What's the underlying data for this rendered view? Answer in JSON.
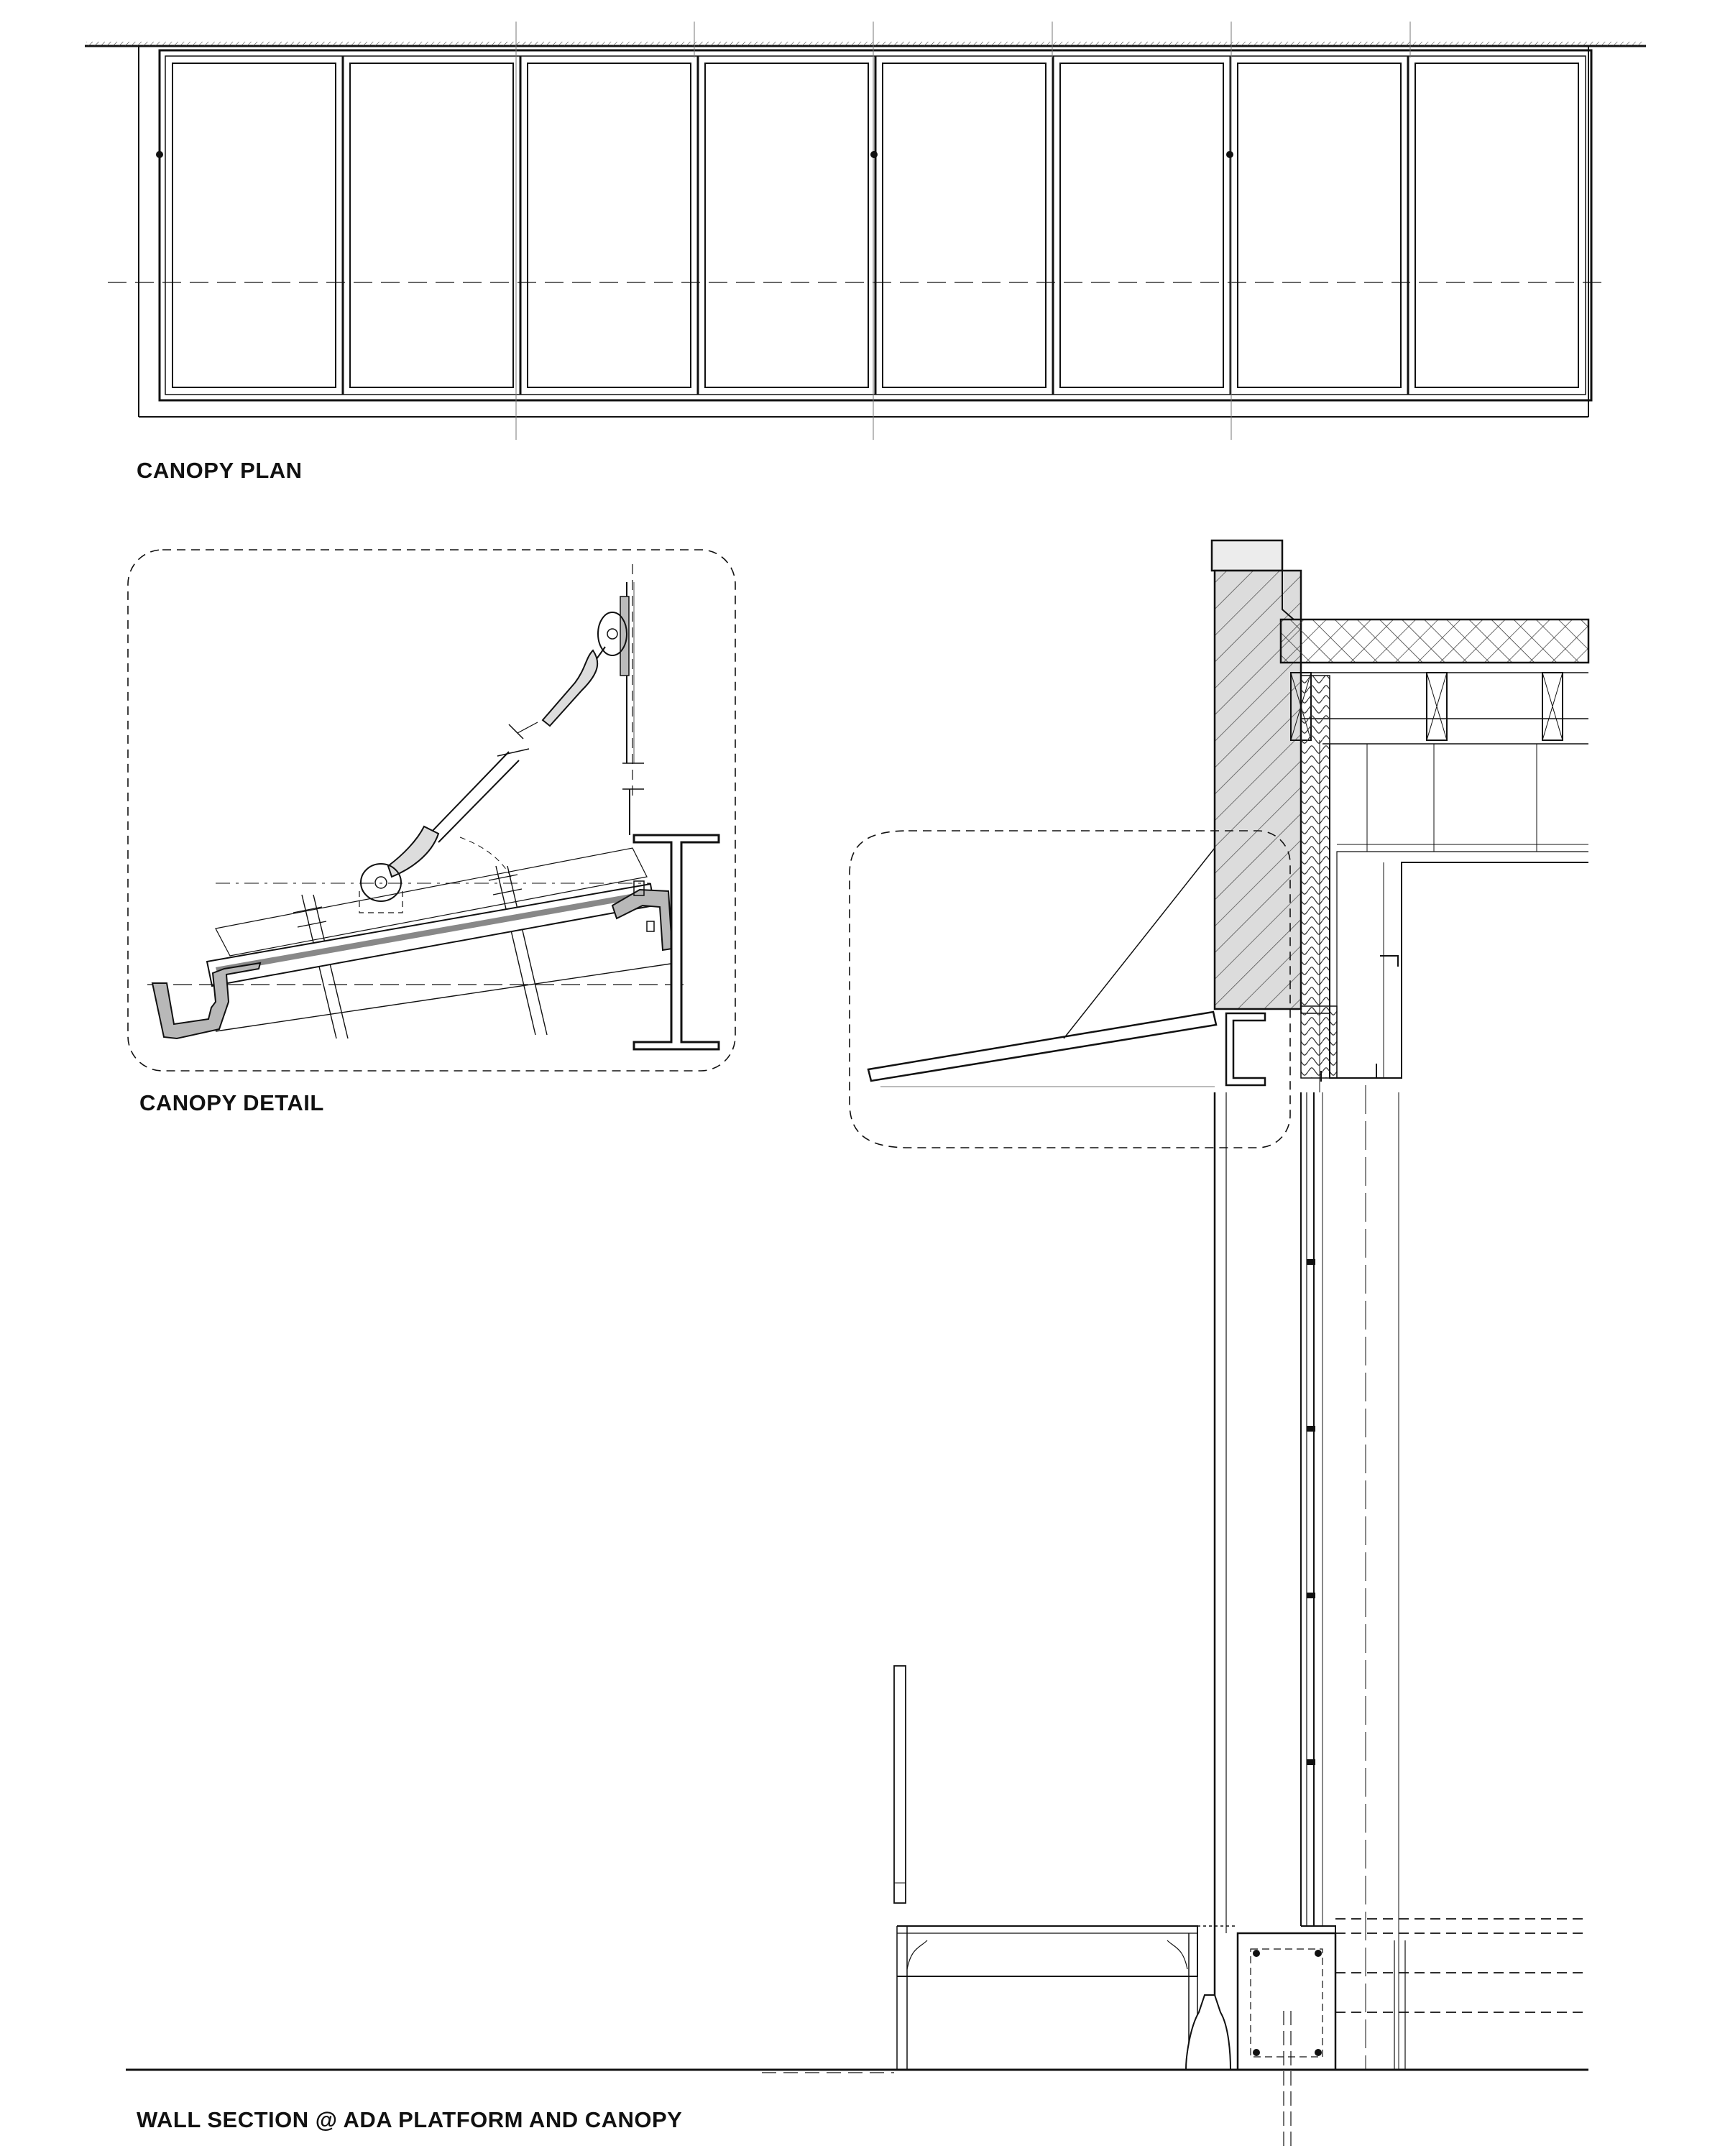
{
  "labels": {
    "canopy_plan": "CANOPY PLAN",
    "canopy_detail": "CANOPY DETAIL",
    "wall_section": "WALL SECTION @ ADA PLATFORM AND CANOPY"
  },
  "plan": {
    "panel_count": 8
  },
  "colors": {
    "ink": "#111111",
    "poche": "#d8d8d8",
    "detail_fill": "#b8b8b8"
  }
}
